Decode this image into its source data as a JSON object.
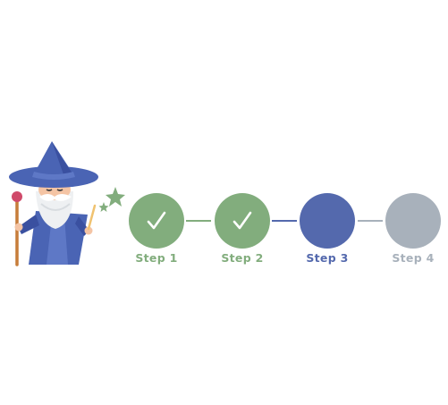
{
  "colors": {
    "completed": "#82ad7d",
    "active": "#5469ad",
    "pending": "#a8b1bb",
    "hat": "#4a64b4",
    "hat_dark": "#3a50a0"
  },
  "illustration": {
    "icon": "wizard-mascot-icon"
  },
  "steps": [
    {
      "label": "Step 1",
      "state": "completed",
      "icon": "check-icon"
    },
    {
      "label": "Step 2",
      "state": "completed",
      "icon": "check-icon"
    },
    {
      "label": "Step 3",
      "state": "active"
    },
    {
      "label": "Step 4",
      "state": "pending"
    }
  ]
}
